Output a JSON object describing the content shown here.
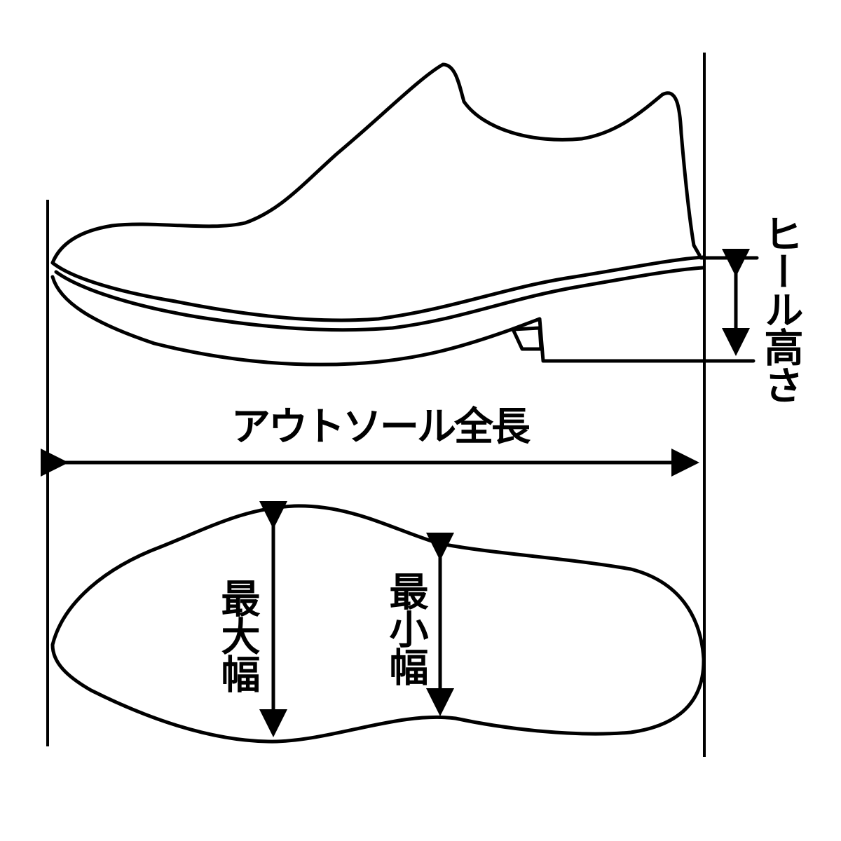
{
  "labels": {
    "heel_height": "ヒール高さ",
    "outsole_length": "アウトソール全長",
    "max_width": "最大幅",
    "min_width": "最小幅"
  }
}
